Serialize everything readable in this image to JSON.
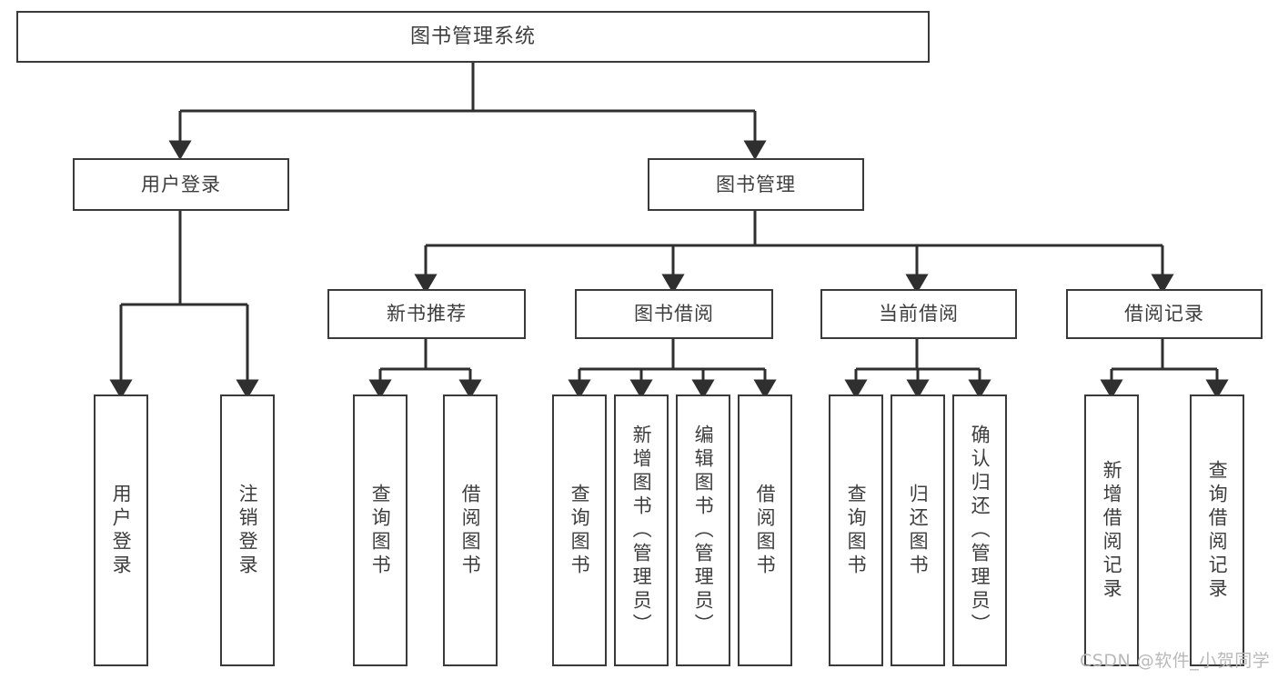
{
  "diagram": {
    "title_text": "图书管理系统",
    "type": "tree-hierarchy-diagram",
    "stroke_color": "#3a3a3a",
    "text_color": "#3d3d3d",
    "background_color": "#ffffff",
    "watermark": "CSDN @软件_小贺同学",
    "levels": {
      "root": {
        "label": "图书管理系统"
      },
      "level2": [
        {
          "label": "用户登录"
        },
        {
          "label": "图书管理"
        }
      ],
      "level3": [
        {
          "label": "新书推荐"
        },
        {
          "label": "图书借阅"
        },
        {
          "label": "当前借阅"
        },
        {
          "label": "借阅记录"
        }
      ],
      "leaves": {
        "user_login": [
          {
            "label": "用户登录"
          },
          {
            "label": "注销登录"
          }
        ],
        "new_book_recommend": [
          {
            "label": "查询图书"
          },
          {
            "label": "借阅图书"
          }
        ],
        "book_borrow": [
          {
            "label": "查询图书"
          },
          {
            "label": "新增图书（管理员）"
          },
          {
            "label": "编辑图书（管理员）"
          },
          {
            "label": "借阅图书"
          }
        ],
        "current_borrow": [
          {
            "label": "查询图书"
          },
          {
            "label": "归还图书"
          },
          {
            "label": "确认归还（管理员）"
          }
        ],
        "borrow_record": [
          {
            "label": "新增借阅记录"
          },
          {
            "label": "查询借阅记录"
          }
        ]
      }
    }
  }
}
